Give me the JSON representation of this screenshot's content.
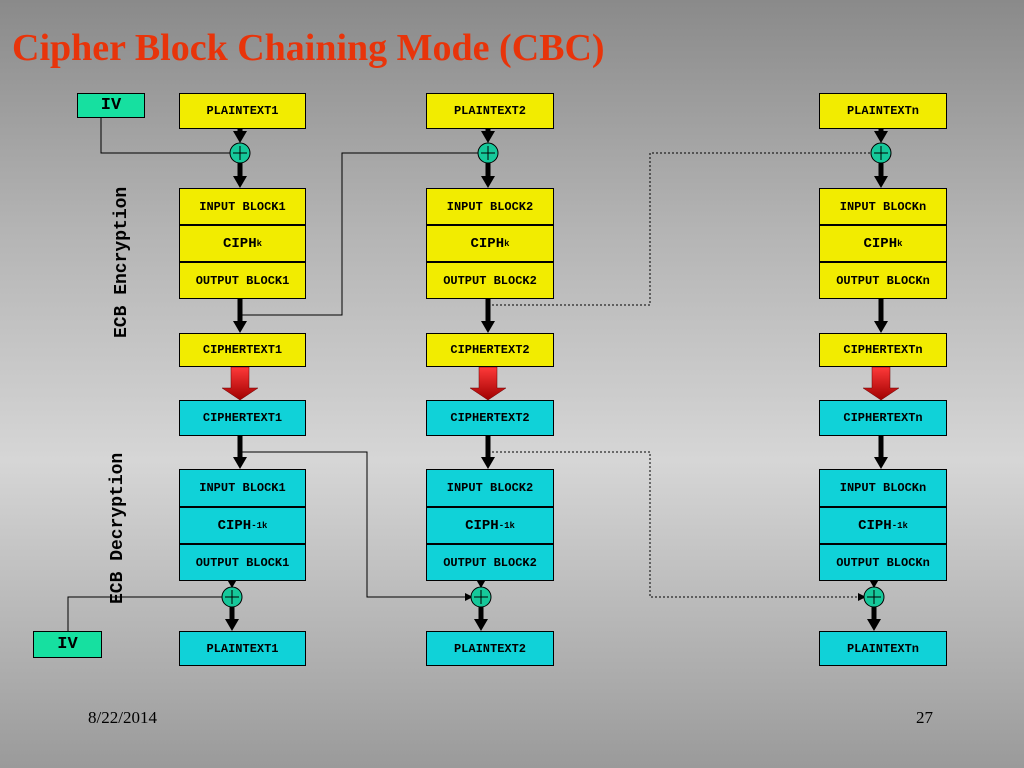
{
  "slide": {
    "title": "Cipher Block Chaining Mode (CBC)",
    "date": "8/22/2014",
    "page_number": "27"
  },
  "labels": {
    "iv": "IV",
    "encryption_section": "ECB Encryption",
    "decryption_section": "ECB Decryption"
  },
  "columns": [
    {
      "plaintext_top": "PLAINTEXT1",
      "enc_input": "INPUT BLOCK1",
      "ciph": "CIPH",
      "key_sub": "k",
      "enc_output": "OUTPUT BLOCK1",
      "ciphertext_enc": "CIPHERTEXT1",
      "ciphertext_dec": "CIPHERTEXT1",
      "dec_input": "INPUT BLOCK1",
      "ciph_inv": "CIPH",
      "inv_sup": "-1",
      "dec_output": "OUTPUT BLOCK1",
      "plaintext_bottom": "PLAINTEXT1"
    },
    {
      "plaintext_top": "PLAINTEXT2",
      "enc_input": "INPUT BLOCK2",
      "ciph": "CIPH",
      "key_sub": "k",
      "enc_output": "OUTPUT BLOCK2",
      "ciphertext_enc": "CIPHERTEXT2",
      "ciphertext_dec": "CIPHERTEXT2",
      "dec_input": "INPUT BLOCK2",
      "ciph_inv": "CIPH",
      "inv_sup": "-1",
      "dec_output": "OUTPUT BLOCK2",
      "plaintext_bottom": "PLAINTEXT2"
    },
    {
      "plaintext_top": "PLAINTEXTn",
      "enc_input": "INPUT BLOCKn",
      "ciph": "CIPH",
      "key_sub": "k",
      "enc_output": "OUTPUT BLOCKn",
      "ciphertext_enc": "CIPHERTEXTn",
      "ciphertext_dec": "CIPHERTEXTn",
      "dec_input": "INPUT BLOCKn",
      "ciph_inv": "CIPH",
      "inv_sup": "-1",
      "dec_output": "OUTPUT BLOCKn",
      "plaintext_bottom": "PLAINTEXTn"
    }
  ],
  "colors": {
    "title": "#e8340a",
    "yellow_block": "#f2ec00",
    "cyan_block": "#10d2d8",
    "iv_block": "#16e0a0",
    "xor_node": "#16c89a",
    "transfer_arrow": "#e00000"
  },
  "icons": {
    "xor": "xor-plus-circle-icon",
    "transfer": "red-down-arrow-icon"
  }
}
